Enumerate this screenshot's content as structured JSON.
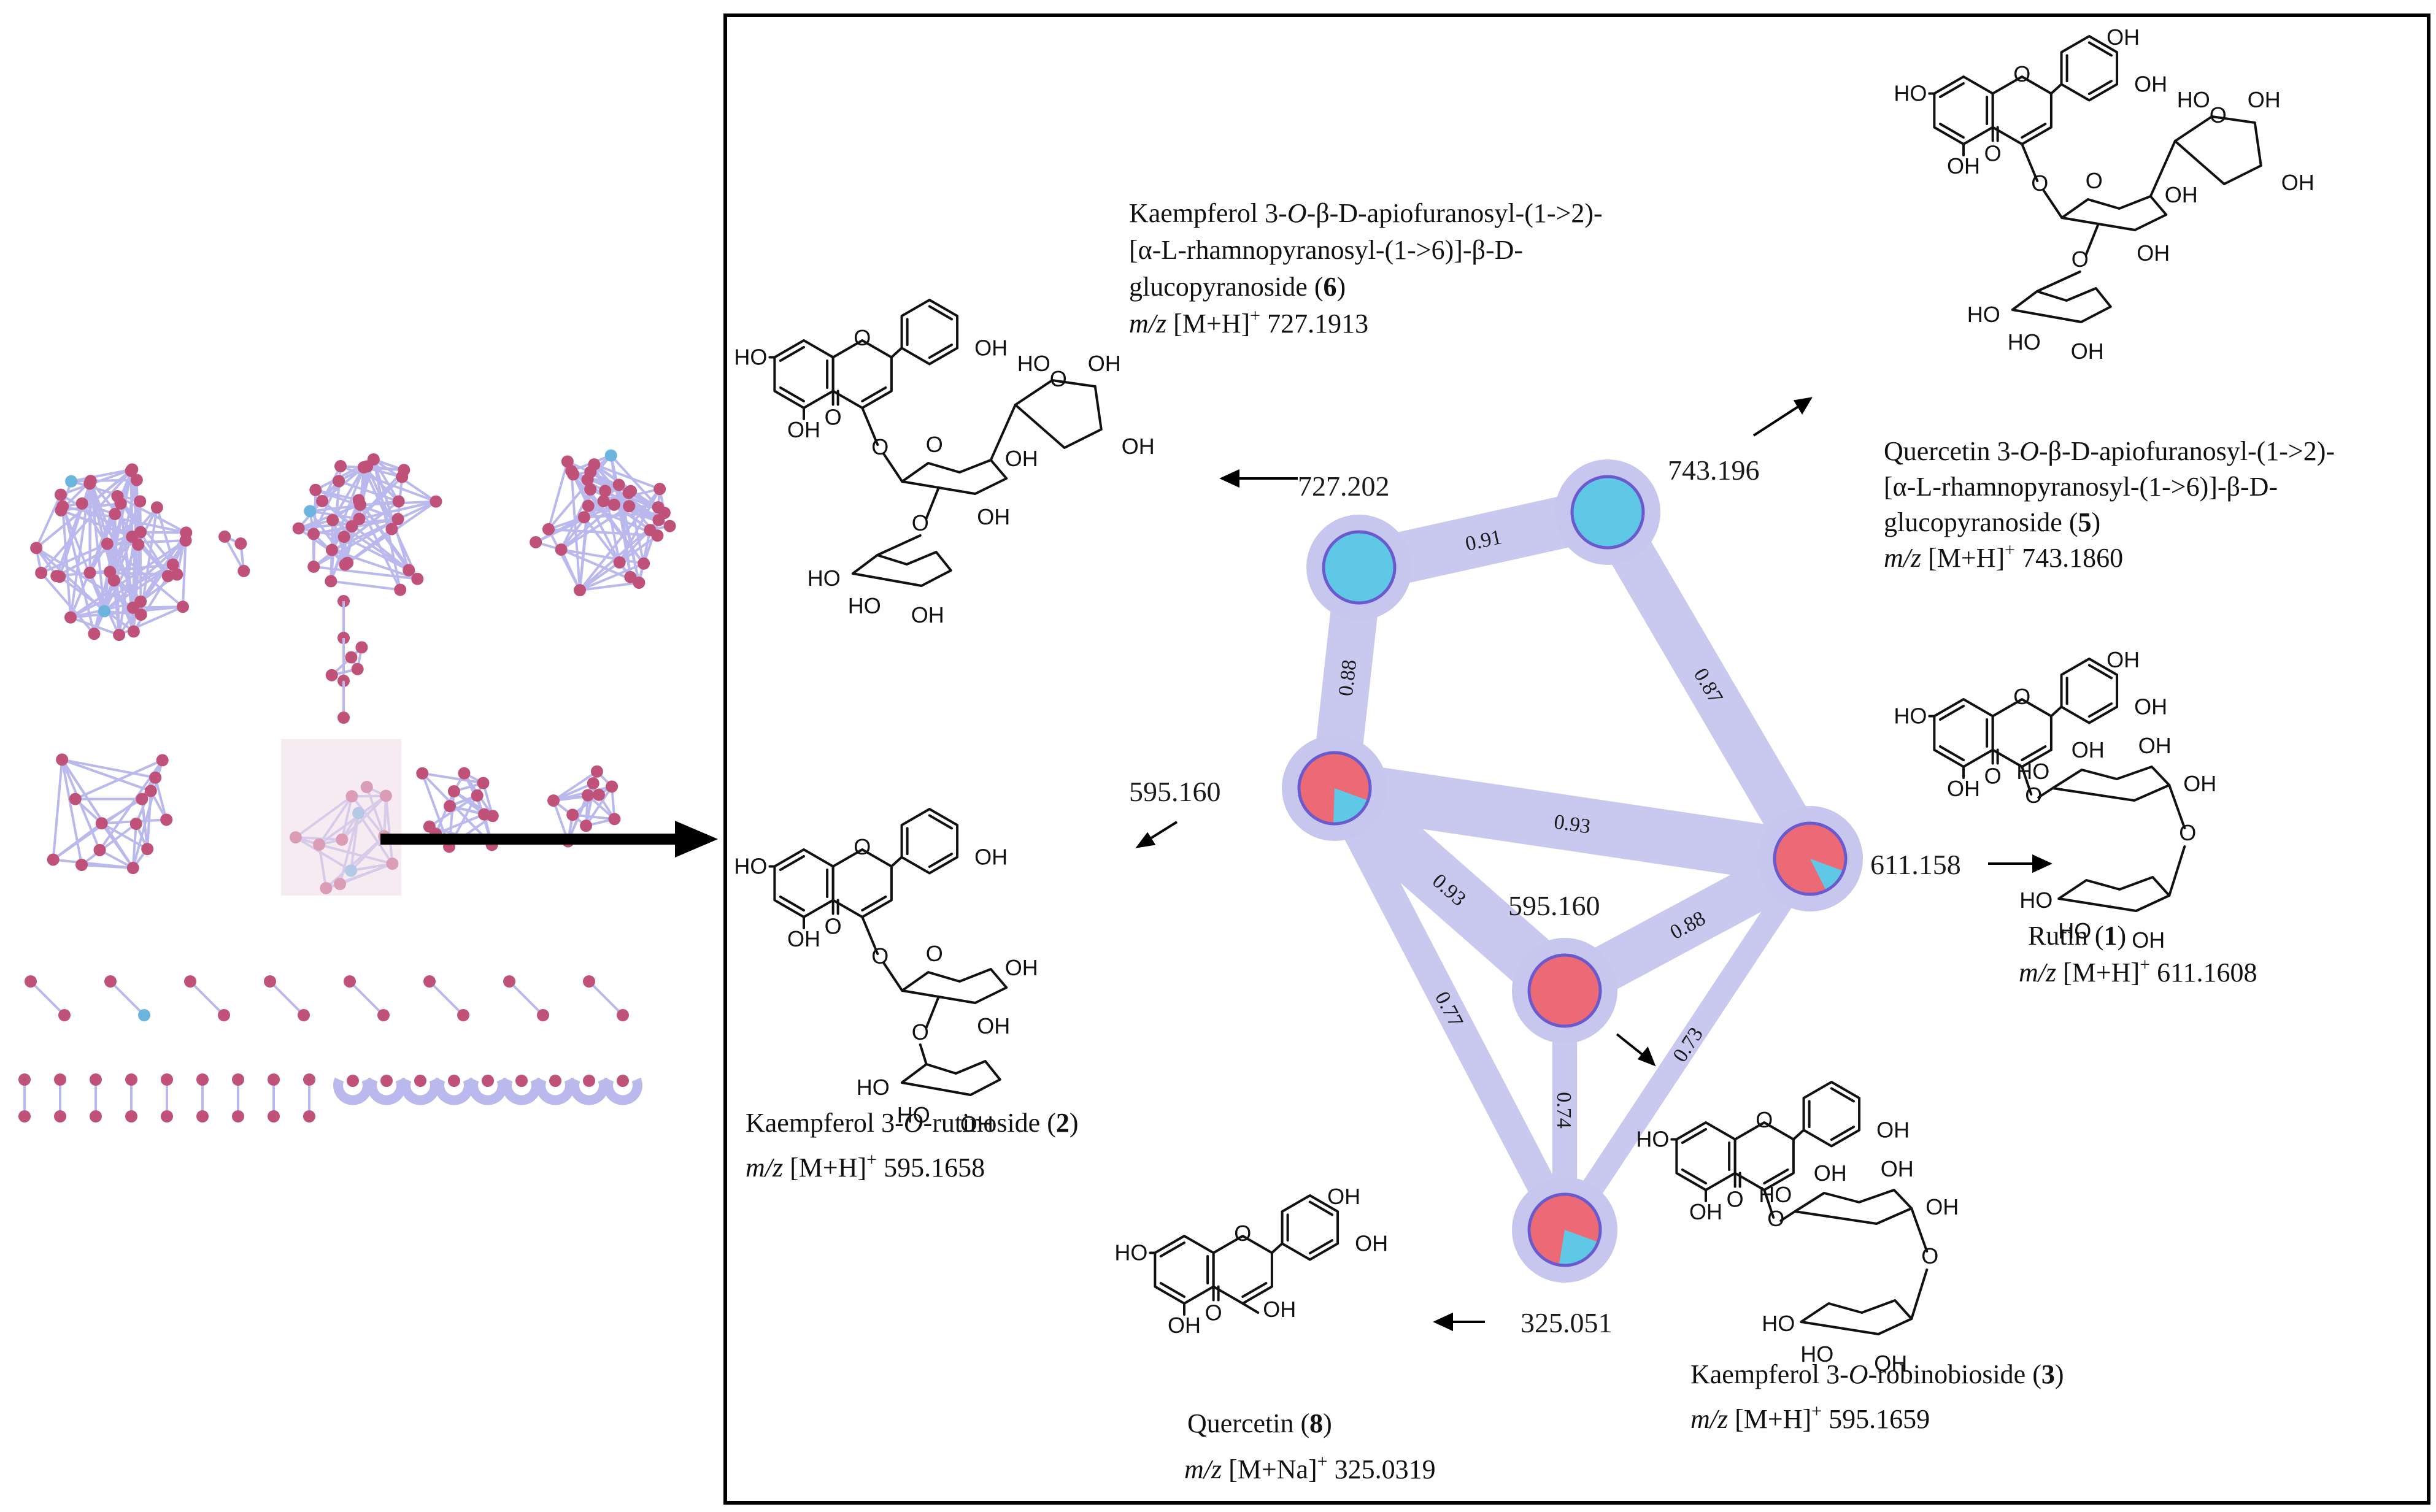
{
  "colors": {
    "edge": "#c9c9f0",
    "node_halo": "#c6c6ee",
    "node_ring": "#6a5acd",
    "cyan": "#5fc8e6",
    "red": "#ec6a75",
    "overview_node": "#c0527a",
    "overview_edge": "#b9b9ee",
    "overview_cyan": "#6ab4de"
  },
  "network": {
    "nodes": [
      {
        "id": "n727",
        "label": "727.202",
        "fractions": {
          "cyan": 1.0,
          "red": 0.0
        }
      },
      {
        "id": "n743",
        "label": "743.196",
        "fractions": {
          "cyan": 1.0,
          "red": 0.0
        }
      },
      {
        "id": "n595a",
        "label": "595.160",
        "fractions": {
          "cyan": 0.2,
          "red": 0.8
        }
      },
      {
        "id": "n611",
        "label": "611.158",
        "fractions": {
          "cyan": 0.12,
          "red": 0.88
        }
      },
      {
        "id": "n595b",
        "label": "595.160",
        "fractions": {
          "cyan": 0.0,
          "red": 1.0
        }
      },
      {
        "id": "n325",
        "label": "325.051",
        "fractions": {
          "cyan": 0.22,
          "red": 0.78
        }
      }
    ],
    "edges": [
      {
        "from": "n727",
        "to": "n743",
        "score": "0.91"
      },
      {
        "from": "n727",
        "to": "n595a",
        "score": "0.88"
      },
      {
        "from": "n743",
        "to": "n611",
        "score": "0.87"
      },
      {
        "from": "n595a",
        "to": "n611",
        "score": "0.93"
      },
      {
        "from": "n595a",
        "to": "n595b",
        "score": "0.93"
      },
      {
        "from": "n611",
        "to": "n595b",
        "score": "0.88"
      },
      {
        "from": "n595a",
        "to": "n325",
        "score": "0.77"
      },
      {
        "from": "n595b",
        "to": "n325",
        "score": "0.74"
      },
      {
        "from": "n611",
        "to": "n325",
        "score": "0.73"
      }
    ]
  },
  "compounds": {
    "c6": {
      "line1": "Kaempferol 3-",
      "line1_italic": "O",
      "line1_rest": "-β-D-apiofuranosyl-(1->2)-",
      "line2": "[α-L-rhamnopyranosyl-(1->6)]-β-D-",
      "line3": "glucopyranoside (",
      "number": "6",
      "close": ")",
      "mz_label": "m/z",
      "ion": "[M+H]",
      "charge": "+",
      "mz_value": "727.1913"
    },
    "c5": {
      "line1": "Quercetin 3-",
      "line1_italic": "O",
      "line1_rest": "-β-D-apiofuranosyl-(1->2)-",
      "line2": "[α-L-rhamnopyranosyl-(1->6)]-β-D-",
      "line3": "glucopyranoside (",
      "number": "5",
      "close": ")",
      "mz_label": "m/z",
      "ion": "[M+H]",
      "charge": "+",
      "mz_value": "743.1860"
    },
    "c1": {
      "name": "Rutin (",
      "number": "1",
      "close": ")",
      "mz_label": "m/z",
      "ion": "[M+H]",
      "charge": "+",
      "mz_value": "611.1608"
    },
    "c2": {
      "name": "Kaempferol 3-",
      "name_italic": "O",
      "name_rest": "-rutinoside (",
      "number": "2",
      "close": ")",
      "mz_label": "m/z",
      "ion": "[M+H]",
      "charge": "+",
      "mz_value": "595.1658"
    },
    "c3": {
      "name": "Kaempferol 3-",
      "name_italic": "O",
      "name_rest": "-robinobioside (",
      "number": "3",
      "close": ")",
      "mz_label": "m/z",
      "ion": "[M+H]",
      "charge": "+",
      "mz_value": "595.1659"
    },
    "c8": {
      "name": "Quercetin (",
      "number": "8",
      "close": ")",
      "mz_label": "m/z",
      "ion": "[M+Na]",
      "charge": "+",
      "mz_value": "325.0319"
    }
  },
  "atoms": {
    "OH": "OH",
    "HO": "HO",
    "O": "O"
  }
}
